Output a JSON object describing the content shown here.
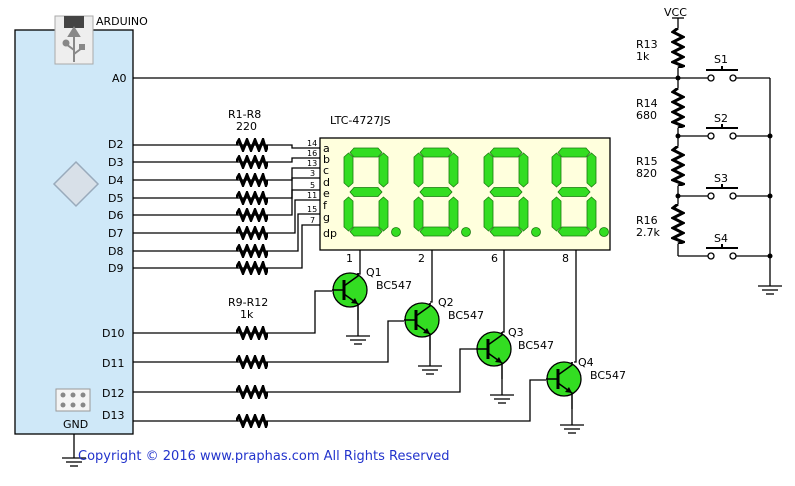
{
  "arduino": {
    "title": "ARDUINO",
    "pins": [
      "A0",
      "D2",
      "D3",
      "D4",
      "D5",
      "D6",
      "D7",
      "D8",
      "D9",
      "D10",
      "D11",
      "D12",
      "D13"
    ],
    "gnd": "GND"
  },
  "resistors": {
    "group1_name": "R1-R8",
    "group1_value": "220",
    "group2_name": "R9-R12",
    "group2_value": "1k"
  },
  "display": {
    "part": "LTC-4727JS",
    "segments": [
      "a",
      "b",
      "c",
      "d",
      "e",
      "f",
      "g",
      "dp"
    ],
    "segment_pins": [
      "14",
      "16",
      "13",
      "3",
      "5",
      "11",
      "15",
      "7"
    ],
    "digit_pins": [
      "1",
      "2",
      "6",
      "8"
    ],
    "segment_color": "#33dd22"
  },
  "transistors": [
    {
      "name": "Q1",
      "type": "BC547"
    },
    {
      "name": "Q2",
      "type": "BC547"
    },
    {
      "name": "Q3",
      "type": "BC547"
    },
    {
      "name": "Q4",
      "type": "BC547"
    }
  ],
  "ladder": {
    "vcc": "VCC",
    "resistors": [
      {
        "name": "R13",
        "value": "1k"
      },
      {
        "name": "R14",
        "value": "680"
      },
      {
        "name": "R15",
        "value": "820"
      },
      {
        "name": "R16",
        "value": "2.7k"
      }
    ],
    "switches": [
      "S1",
      "S2",
      "S3",
      "S4"
    ]
  },
  "footer": {
    "copyright": "Copyright © 2016 www.praphas.com  All Rights Reserved"
  },
  "colors": {
    "board": "#cfe8f8",
    "transistor": "#33dd22",
    "display_bg": "#ffffdd"
  }
}
